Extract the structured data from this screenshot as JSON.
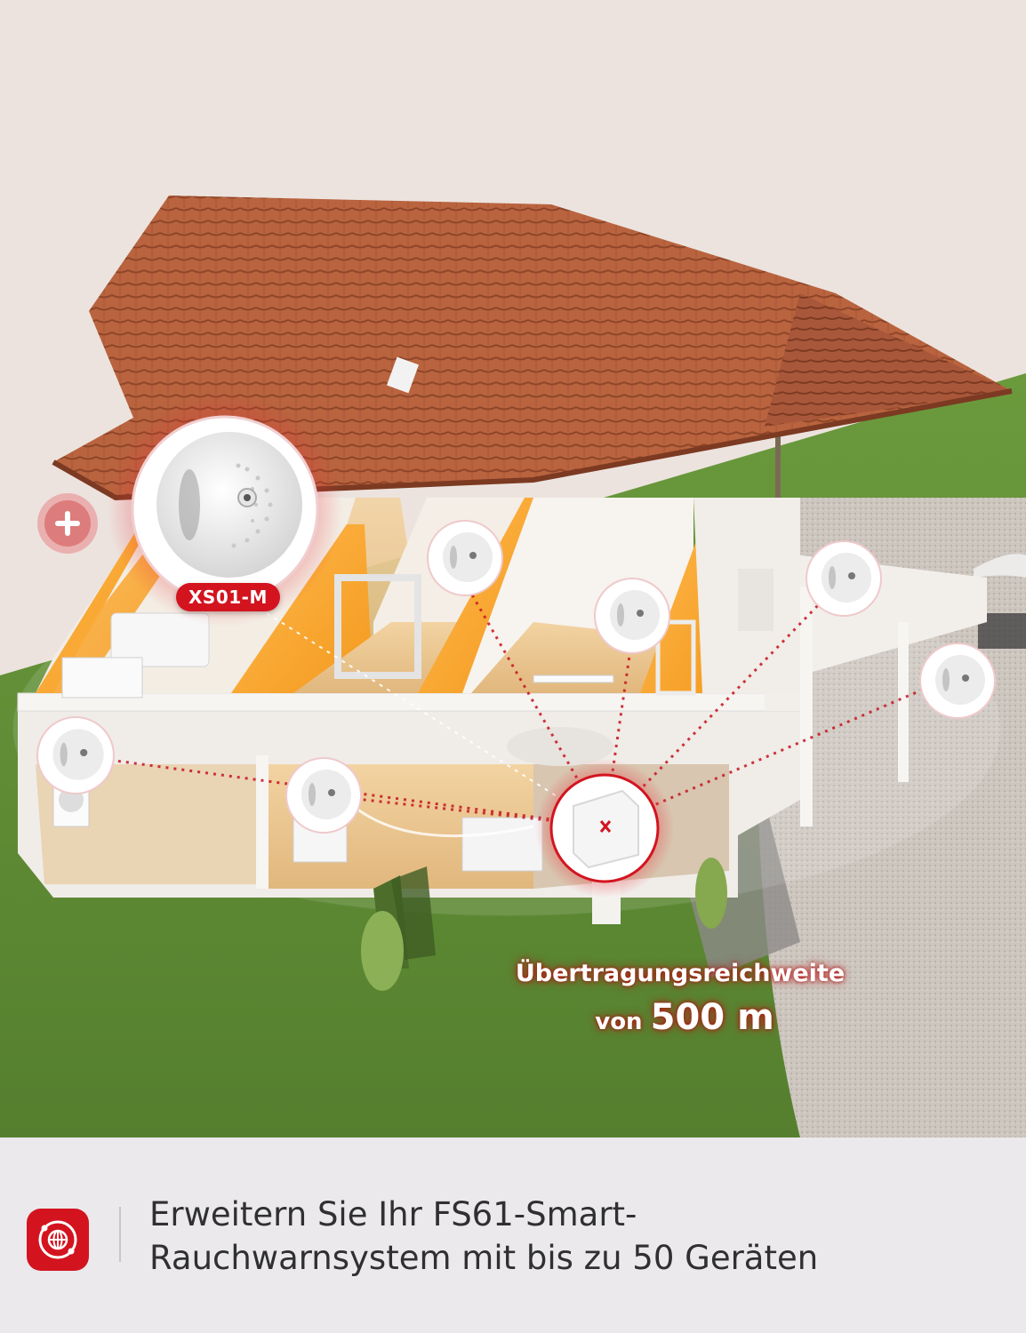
{
  "product_label": "XS01-M",
  "range": {
    "line1": "Übertragungsreichweite",
    "prefix": "von",
    "value": "500 m"
  },
  "caption": {
    "line1": "Erweitern Sie Ihr FS61-Smart-",
    "line2": "Rauchwarnsystem mit bis zu 50 Geräten"
  },
  "icons": {
    "add": "plus-icon",
    "footer": "globe-network-icon",
    "detector": "smoke-detector-icon",
    "hub": "base-station-icon"
  },
  "colors": {
    "accent": "#d3141f",
    "caption": "#303033",
    "footer_bg": "#ebe9ec",
    "roof": "#b8613d",
    "grass": "#5f8f37"
  }
}
